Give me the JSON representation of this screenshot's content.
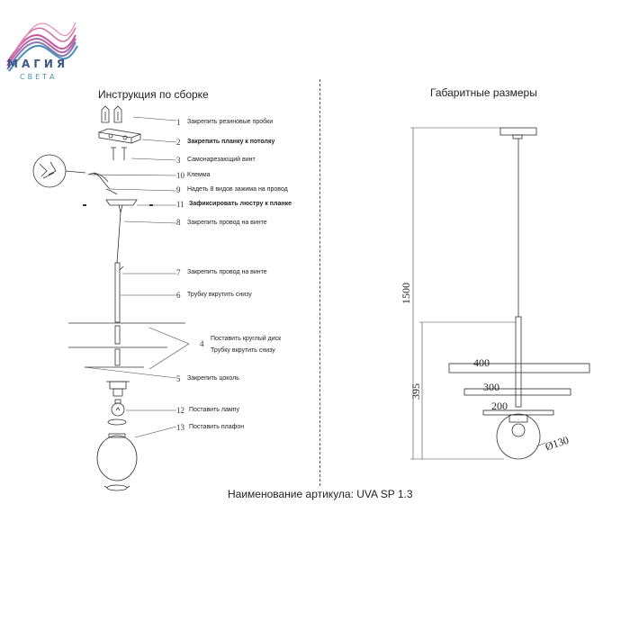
{
  "brand": {
    "logo_word": "МАГИЯ",
    "logo_sub": "СВЕТА",
    "colors": {
      "wave_pink": "#c55a9a",
      "wave_blue": "#4a8fb5",
      "wave_dark": "#3b5a86"
    }
  },
  "assembly": {
    "title": "Инструкция по сборке",
    "steps": [
      {
        "num": "1",
        "text": "Закрепить резиновые пробки"
      },
      {
        "num": "2",
        "text": "Закрепить планку к потолку"
      },
      {
        "num": "3",
        "text": "Самонарезающий винт"
      },
      {
        "num": "10",
        "text": "Клемма"
      },
      {
        "num": "9",
        "text": "Надеть 8 видов зажима на провод"
      },
      {
        "num": "11",
        "text": "Зафиксировать люстру к планке"
      },
      {
        "num": "8",
        "text": "Закрепить провод на винте"
      },
      {
        "num": "7",
        "text": "Закрепить провод на винте"
      },
      {
        "num": "6",
        "text": "Трубку вкрутить снизу"
      },
      {
        "num": "4",
        "text": "Поставить круглый диск"
      },
      {
        "num": "",
        "text": "Трубку вкрутить снизу"
      },
      {
        "num": "5",
        "text": "Закрепить цоколь"
      },
      {
        "num": "12",
        "text": "Поставить лампу"
      },
      {
        "num": "13",
        "text": "Поставить плафон"
      }
    ]
  },
  "dimensions": {
    "title": "Габаритные размеры",
    "total_height": "1500",
    "body_height": "395",
    "disc_large": "400",
    "disc_medium": "300",
    "disc_small": "200",
    "shade_diameter": "Ø130"
  },
  "footer": {
    "text": "Наименование артикула: UVA SP 1.3"
  }
}
